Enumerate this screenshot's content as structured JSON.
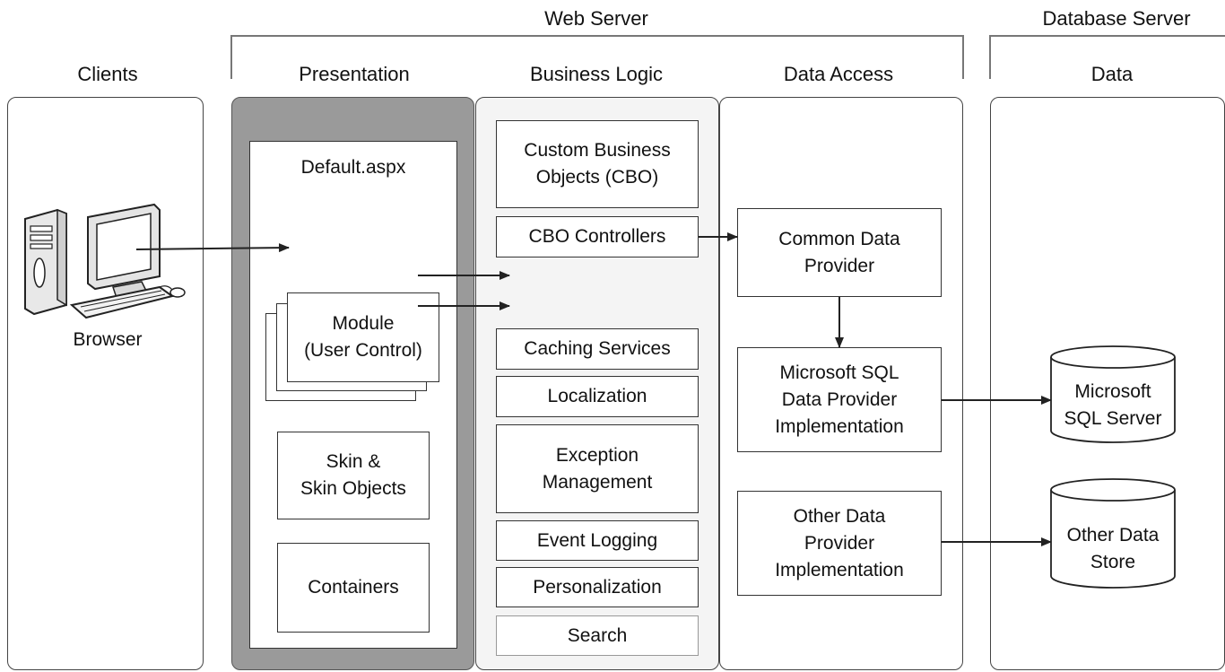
{
  "headers": {
    "web_server": "Web Server",
    "database_server": "Database Server",
    "clients": "Clients",
    "presentation": "Presentation",
    "business_logic": "Business Logic",
    "data_access": "Data Access",
    "data": "Data"
  },
  "clients": {
    "browser": "Browser"
  },
  "presentation": {
    "default_page": "Default.aspx",
    "module": "Module\n(User Control)",
    "skin": "Skin &\nSkin Objects",
    "containers": "Containers"
  },
  "business_logic": {
    "cbo": "Custom Business\nObjects (CBO)",
    "cbo_controllers": "CBO Controllers",
    "caching": "Caching Services",
    "localization": "Localization",
    "exception": "Exception\nManagement",
    "event_logging": "Event Logging",
    "personalization": "Personalization",
    "search": "Search"
  },
  "data_access": {
    "common": "Common Data\nProvider",
    "mssql_provider": "Microsoft SQL\nData Provider\nImplementation",
    "other_provider": "Other Data\nProvider\nImplementation"
  },
  "data": {
    "mssql": "Microsoft\nSQL Server",
    "other_store": "Other Data\nStore"
  },
  "colors": {
    "presentation_fill": "#9a9a9a",
    "business_fill": "#f4f4f4",
    "line": "#222222"
  }
}
